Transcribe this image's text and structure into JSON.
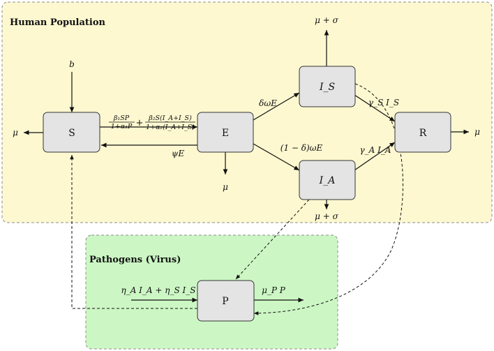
{
  "regions": {
    "human": {
      "title": "Human Population",
      "fill": "#fdf8d0"
    },
    "pathogens": {
      "title": "Pathogens (Virus)",
      "fill": "#ccf7c4"
    }
  },
  "nodes": {
    "S": "S",
    "E": "E",
    "IS": "I_S",
    "IA": "I_A",
    "R": "R",
    "P": "P"
  },
  "labels": {
    "birth": "b",
    "mu": "μ",
    "mu_plus_sigma": "μ + σ",
    "infection_term1_num": "β₁SP",
    "infection_term1_den": "1+α₁P",
    "infection_plus": "+",
    "infection_term2_num": "β₂S(I_A+I_S)",
    "infection_term2_den": "1+α₂(I_A+I_S)",
    "psi_E": "ψE",
    "delta_omega_E": "δωE",
    "one_minus_delta_omega_E": "(1 − δ)ωE",
    "gamma_S_I_S": "γ_S I_S",
    "gamma_A_I_A": "γ_A I_A",
    "shedding": "η_A I_A + η_S I_S",
    "mu_P_P": "μ_P P"
  },
  "colors": {
    "node_fill": "#e4e4e4",
    "node_stroke": "#333333",
    "edge": "#111111",
    "region_border": "#8c8c8c"
  }
}
